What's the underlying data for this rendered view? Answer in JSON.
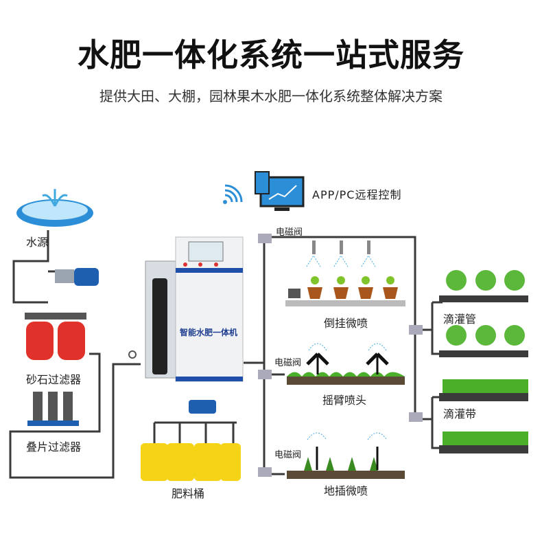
{
  "header": {
    "title": "水肥一体化系统一站式服务",
    "subtitle": "提供大田、大棚，园林果木水肥一体化系统整体解决方案"
  },
  "diagram": {
    "remote_control": "APP/PC远程控制",
    "water_source": "水源",
    "sand_filter": "砂石过滤器",
    "disc_filter": "叠片过滤器",
    "machine_label": "智能水肥一体机",
    "fertilizer_bucket": "肥料桶",
    "valve_labels": [
      "电磁阀",
      "电磁阀",
      "电磁阀"
    ],
    "hanging_spray": "倒挂微喷",
    "rocker_sprinkler": "摇臂喷头",
    "ground_spray": "地插微喷",
    "drip_pipe": "滴灌管",
    "drip_tape": "滴灌带"
  },
  "colors": {
    "pipe": "#3a3a3a",
    "tank": "#e0322b",
    "bucket": "#f5d316",
    "machine_stripe": "#1f4fa8",
    "grass": "#4caf2a",
    "water": "#3fa9e0"
  }
}
